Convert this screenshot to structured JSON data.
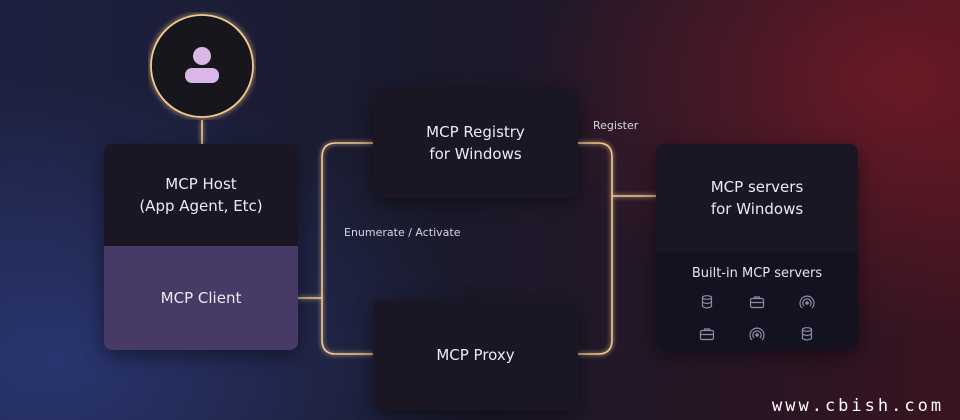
{
  "host": {
    "title_line1": "MCP Host",
    "title_line2": "(App Agent, Etc)"
  },
  "client": {
    "label": "MCP Client"
  },
  "registry": {
    "title_line1": "MCP Registry",
    "title_line2": "for Windows"
  },
  "proxy": {
    "label": "MCP Proxy"
  },
  "servers": {
    "title_line1": "MCP servers",
    "title_line2": "for Windows",
    "builtin_label": "Built-in MCP servers",
    "icons": [
      "database-icon",
      "briefcase-icon",
      "signal-icon",
      "briefcase-icon",
      "signal-icon",
      "database-icon"
    ]
  },
  "wires": {
    "register_label": "Register",
    "enumerate_label": "Enumerate / Activate"
  },
  "user": {
    "icon": "user-icon"
  },
  "colors": {
    "accent_glow": "#f2c98f",
    "client_fill": "#473a66",
    "box_fill": "#1a1624"
  },
  "watermark": "www.cbish.com"
}
